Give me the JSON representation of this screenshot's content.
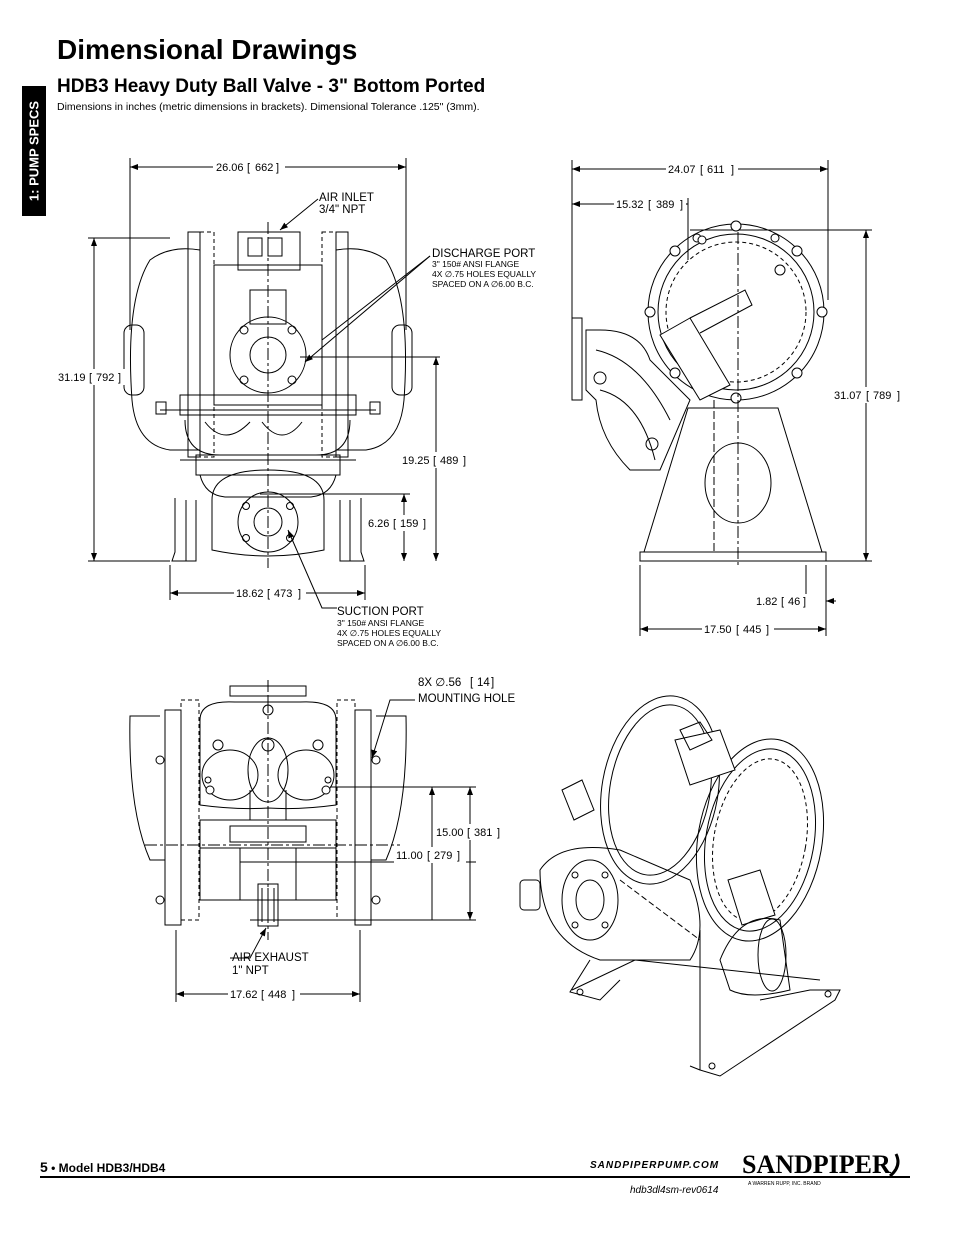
{
  "side_tab": "1: PUMP SPECS",
  "title": "Dimensional Drawings",
  "subtitle": "HDB3 Heavy Duty Ball Valve - 3\" Bottom Ported",
  "note": "Dimensions in inches (metric dimensions in brackets). Dimensional Tolerance .125\" (3mm).",
  "front_view": {
    "width": "26.06",
    "width_mm": "662",
    "height": "31.19",
    "height_mm": "792",
    "discharge_height": "19.25",
    "discharge_height_mm": "489",
    "suction_height": "6.26",
    "suction_height_mm": "159",
    "base_width": "18.62",
    "base_width_mm": "473",
    "air_inlet": [
      "AIR INLET",
      "3/4\" NPT"
    ],
    "discharge_port": [
      "DISCHARGE PORT",
      "3\" 150# ANSI FLANGE",
      "4X ∅.75 HOLES EQUALLY",
      "SPACED ON A ∅6.00 B.C."
    ],
    "suction_port": [
      "SUCTION PORT",
      "3\" 150# ANSI FLANGE",
      "4X ∅.75 HOLES EQUALLY",
      "SPACED ON A ∅6.00 B.C."
    ]
  },
  "side_view": {
    "width": "24.07",
    "width_mm": "611",
    "offset": "15.32",
    "offset_mm": "389",
    "height": "31.07",
    "height_mm": "789",
    "foot": "1.82",
    "foot_mm": "46",
    "base": "17.50",
    "base_mm": "445"
  },
  "bottom_view": {
    "mounting_hole": [
      "8X ∅.56",
      "14",
      "MOUNTING HOLE"
    ],
    "depth_outer": "15.00",
    "depth_outer_mm": "381",
    "depth_inner": "11.00",
    "depth_inner_mm": "279",
    "width": "17.62",
    "width_mm": "448",
    "air_exhaust": [
      "AIR EXHAUST",
      "1\" NPT"
    ]
  },
  "footer": {
    "page": "5",
    "model": "• Model HDB3/HDB4",
    "site": "SANDPIPERPUMP.COM",
    "rev": "hdb3dl4sm-rev0614",
    "logo": "SANDPIPER",
    "logo_tag": "A WARREN RUPP, INC. BRAND"
  }
}
